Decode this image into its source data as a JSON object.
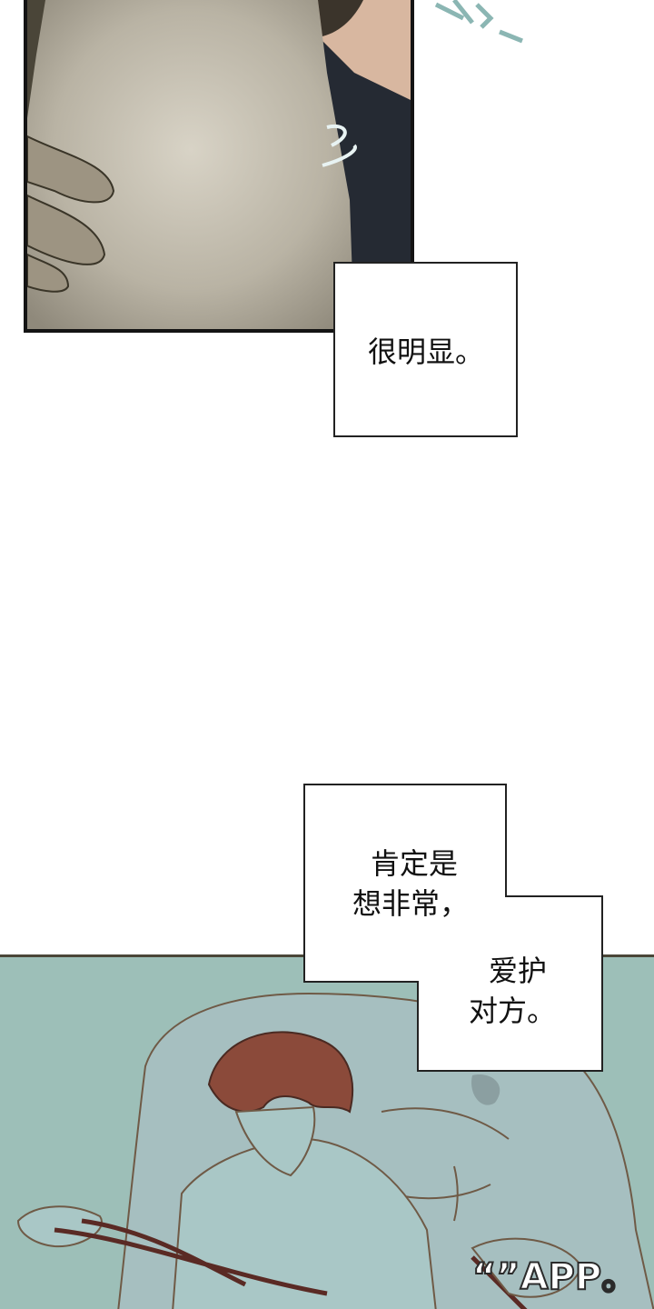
{
  "captions": {
    "first": "很明显。",
    "second_lines": [
      "肯定是",
      "想非常，",
      "爱护",
      "对方。"
    ]
  },
  "watermark": "“”APP。",
  "colors": {
    "top_panel_paper": "#c9c4b6",
    "top_panel_dark": "#2a2f38",
    "bottom_panel_bg": "#9dbfb8",
    "hair": "#8b4a3a",
    "skin_line": "#6f5a46"
  }
}
